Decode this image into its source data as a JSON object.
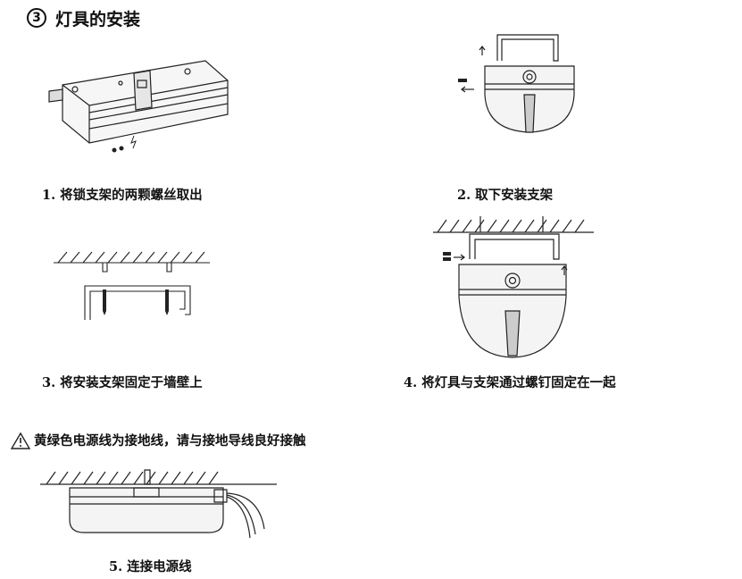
{
  "title": {
    "number": "3",
    "text": "灯具的安装"
  },
  "steps": [
    {
      "label": "1. 将锁支架的两颗螺丝取出"
    },
    {
      "label": "2. 取下安装支架"
    },
    {
      "label": "3. 将安装支架固定于墙壁上"
    },
    {
      "label": "4. 将灯具与支架通过螺钉固定在一起"
    },
    {
      "label": "5. 连接电源线"
    }
  ],
  "warning": {
    "icon": "warning-triangle-icon",
    "text": "黄绿色电源线为接地线，请与接地导线良好接触"
  }
}
